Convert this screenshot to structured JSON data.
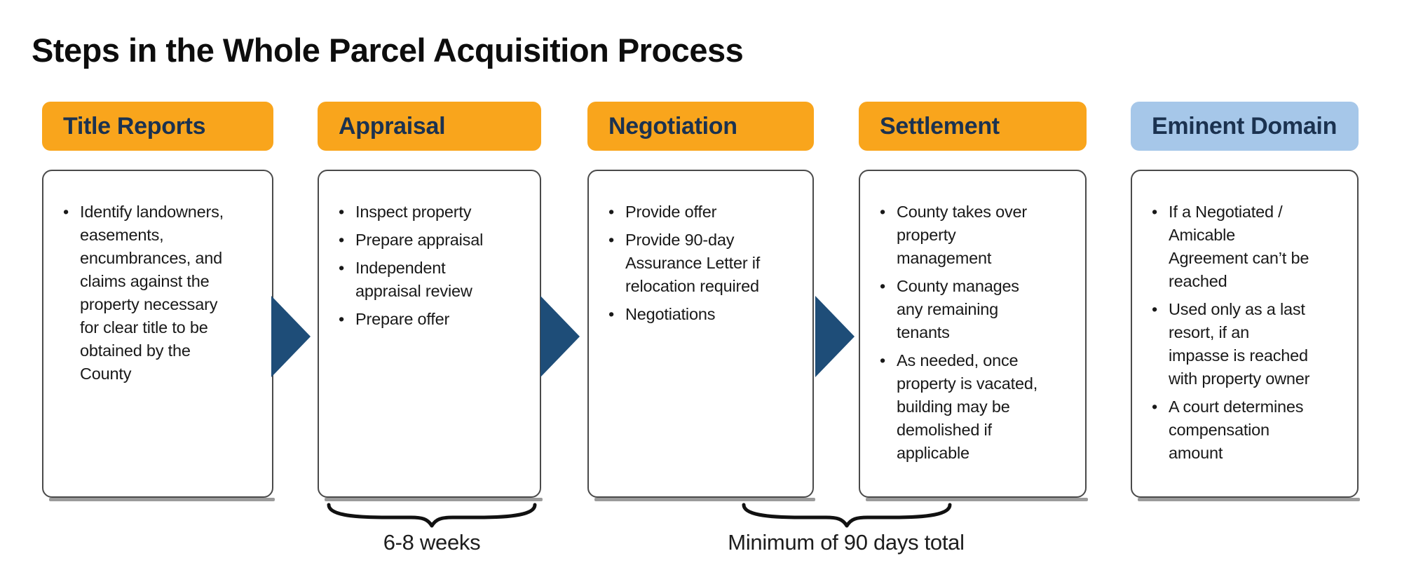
{
  "title": "Steps in the Whole Parcel Acquisition Process",
  "glyphs": {
    "bullet": "•"
  },
  "colors": {
    "bg": "#ffffff",
    "header_orange": "#F9A51C",
    "header_blue": "#A6C7E9",
    "header_text": "#1B3250",
    "arrow_blue": "#1E4D78",
    "box_border": "#4a4a4a",
    "shadow_gray": "#9b9b9b",
    "body_text": "#191919",
    "brace_black": "#111111",
    "title_text": "#0d0d0d"
  },
  "steps": [
    {
      "label": "Title Reports",
      "header_color": "#F9A51C",
      "bullets": [
        "Identify landowners,\neasements,\nencumbrances, and\nclaims against the\nproperty necessary\nfor clear title to be\nobtained by the\nCounty"
      ]
    },
    {
      "label": "Appraisal",
      "header_color": "#F9A51C",
      "bullets": [
        "Inspect property",
        "Prepare appraisal",
        "Independent\nappraisal review",
        "Prepare offer"
      ]
    },
    {
      "label": "Negotiation",
      "header_color": "#F9A51C",
      "bullets": [
        "Provide offer",
        "Provide 90-day\nAssurance Letter if\nrelocation required",
        "Negotiations"
      ]
    },
    {
      "label": "Settlement",
      "header_color": "#F9A51C",
      "bullets": [
        "County takes over\nproperty\nmanagement",
        "County manages\nany remaining\ntenants",
        "As needed, once\nproperty is vacated,\nbuilding may be\ndemolished if\napplicable"
      ]
    },
    {
      "label": "Eminent Domain",
      "header_color": "#A6C7E9",
      "bullets": [
        "If a Negotiated /\nAmicable\nAgreement can’t be\nreached",
        "Used only as a last\nresort, if an\nimpasse is reached\nwith property owner",
        "A court determines\ncompensation\namount"
      ]
    }
  ],
  "annotations": {
    "appraisal_weeks": "6-8 weeks",
    "minimum_days": "Minimum of 90 days total"
  }
}
